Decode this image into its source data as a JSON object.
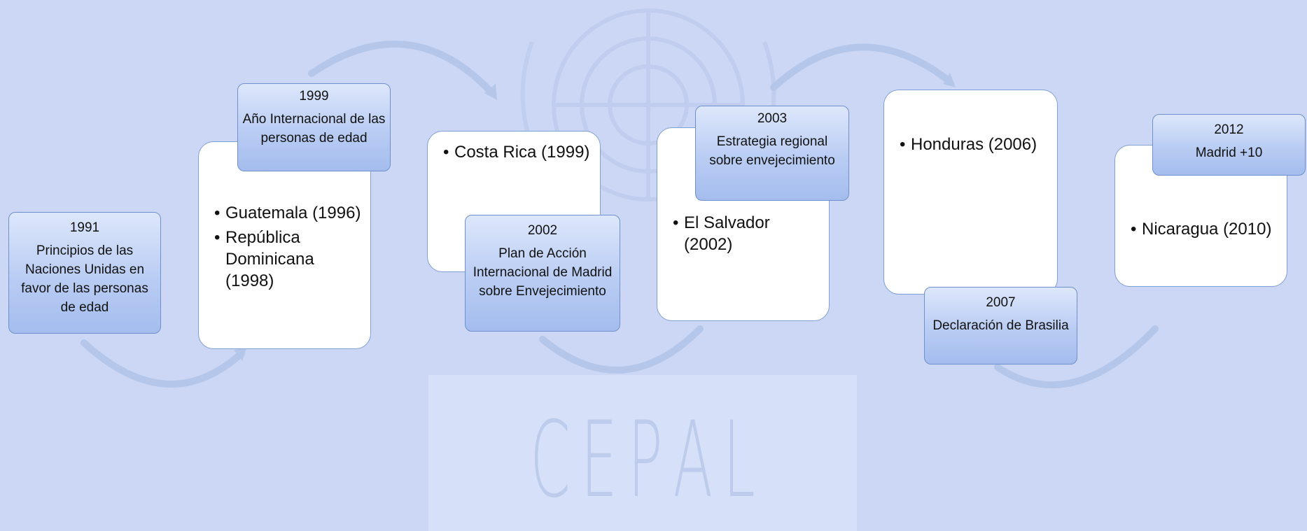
{
  "watermark": {
    "letters": [
      "C",
      "E",
      "P",
      "A",
      "L"
    ]
  },
  "timeline": [
    {
      "year": "1991",
      "text": "Principios de las Naciones Unidas en favor de las personas de edad",
      "countries": []
    },
    {
      "year": "1999",
      "text": "Año Internacional de las personas de edad",
      "countries": [
        "Guatemala (1996)",
        "República Dominicana (1998)"
      ]
    },
    {
      "year": "2002",
      "text": "Plan de Acción Internacional de Madrid sobre Envejecimiento",
      "countries": [
        "Costa Rica (1999)"
      ]
    },
    {
      "year": "2003",
      "text": "Estrategia regional sobre envejecimiento",
      "countries": [
        "El Salvador (2002)"
      ]
    },
    {
      "year": "2007",
      "text": "Declaración de Brasilia",
      "countries": [
        "Honduras (2006)"
      ]
    },
    {
      "year": "2012",
      "text": "Madrid +10",
      "countries": [
        "Nicaragua (2010)"
      ]
    }
  ],
  "colors": {
    "background": "#cbd7f4",
    "tag_fill": "#b9ccf3",
    "tag_border": "#6f90cc",
    "arrow": "#b4c6ea"
  }
}
